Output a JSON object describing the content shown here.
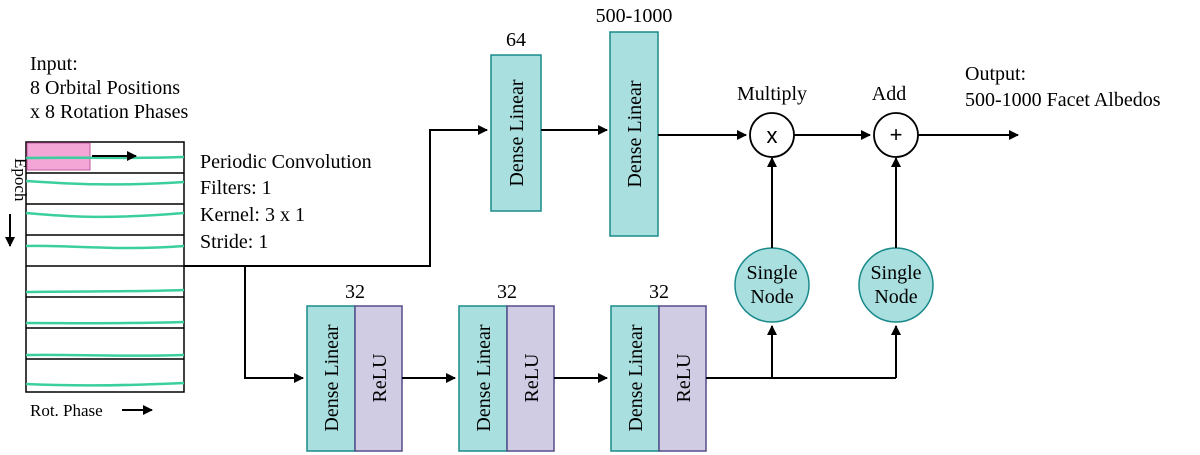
{
  "input": {
    "line1": "Input:",
    "line2": "8 Orbital Positions",
    "line3": "x 8 Rotation Phases"
  },
  "axes": {
    "epoch": "Epoch",
    "rot_phase": "Rot. Phase"
  },
  "conv": {
    "line1": "Periodic Convolution",
    "line2": "Filters: 1",
    "line3": "Kernel: 3 x 1",
    "line4": "Stride: 1"
  },
  "top_branch": {
    "layer1": {
      "size": "64",
      "label": "Dense Linear"
    },
    "layer2": {
      "size": "500-1000",
      "label": "Dense Linear"
    }
  },
  "bottom_branch": {
    "blocks": [
      {
        "size": "32",
        "dense": "Dense Linear",
        "act": "ReLU"
      },
      {
        "size": "32",
        "dense": "Dense Linear",
        "act": "ReLU"
      },
      {
        "size": "32",
        "dense": "Dense Linear",
        "act": "ReLU"
      }
    ]
  },
  "nodes": {
    "single1": {
      "line1": "Single",
      "line2": "Node"
    },
    "single2": {
      "line1": "Single",
      "line2": "Node"
    }
  },
  "ops": {
    "multiply": {
      "label": "Multiply",
      "symbol": "x"
    },
    "add": {
      "label": "Add",
      "symbol": "+"
    }
  },
  "output": {
    "line1": "Output:",
    "line2": "500-1000 Facet Albedos"
  },
  "colors": {
    "dense": "#aadfdf",
    "relu": "#cfcce3",
    "kernel_highlight": "#f4a6d7",
    "signal": "#3ccf9e"
  }
}
